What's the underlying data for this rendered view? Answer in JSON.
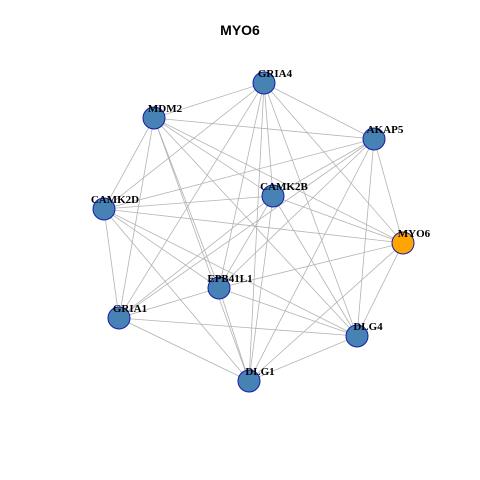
{
  "title": "MYO6",
  "colors": {
    "node_default": "#4682b4",
    "node_focus": "#ffa500",
    "node_border": "#1a1aa8",
    "edge": "#b3b3b3"
  },
  "nodes": [
    {
      "id": "GRIA4",
      "label": "GRIA4",
      "focus": false
    },
    {
      "id": "MDM2",
      "label": "MDM2",
      "focus": false
    },
    {
      "id": "AKAP5",
      "label": "AKAP5",
      "focus": false
    },
    {
      "id": "CAMK2B",
      "label": "CAMK2B",
      "focus": false
    },
    {
      "id": "CAMK2D",
      "label": "CAMK2D",
      "focus": false
    },
    {
      "id": "MYO6",
      "label": "MYO6",
      "focus": true
    },
    {
      "id": "EPB41L1",
      "label": "EPB41L1",
      "focus": false
    },
    {
      "id": "GRIA1",
      "label": "GRIA1",
      "focus": false
    },
    {
      "id": "DLG4",
      "label": "DLG4",
      "focus": false
    },
    {
      "id": "DLG1",
      "label": "DLG1",
      "focus": false
    }
  ],
  "edges": [
    [
      "GRIA4",
      "MDM2"
    ],
    [
      "GRIA4",
      "AKAP5"
    ],
    [
      "GRIA4",
      "CAMK2B"
    ],
    [
      "GRIA4",
      "CAMK2D"
    ],
    [
      "GRIA4",
      "MYO6"
    ],
    [
      "GRIA4",
      "EPB41L1"
    ],
    [
      "GRIA4",
      "GRIA1"
    ],
    [
      "GRIA4",
      "DLG4"
    ],
    [
      "GRIA4",
      "DLG1"
    ],
    [
      "MDM2",
      "AKAP5"
    ],
    [
      "MDM2",
      "CAMK2B"
    ],
    [
      "MDM2",
      "CAMK2D"
    ],
    [
      "MDM2",
      "MYO6"
    ],
    [
      "MDM2",
      "EPB41L1"
    ],
    [
      "MDM2",
      "GRIA1"
    ],
    [
      "MDM2",
      "DLG4"
    ],
    [
      "MDM2",
      "DLG1"
    ],
    [
      "AKAP5",
      "CAMK2B"
    ],
    [
      "AKAP5",
      "CAMK2D"
    ],
    [
      "AKAP5",
      "MYO6"
    ],
    [
      "AKAP5",
      "EPB41L1"
    ],
    [
      "AKAP5",
      "GRIA1"
    ],
    [
      "AKAP5",
      "DLG4"
    ],
    [
      "AKAP5",
      "DLG1"
    ],
    [
      "CAMK2B",
      "CAMK2D"
    ],
    [
      "CAMK2B",
      "MYO6"
    ],
    [
      "CAMK2B",
      "EPB41L1"
    ],
    [
      "CAMK2B",
      "GRIA1"
    ],
    [
      "CAMK2B",
      "DLG4"
    ],
    [
      "CAMK2B",
      "DLG1"
    ],
    [
      "CAMK2D",
      "MYO6"
    ],
    [
      "CAMK2D",
      "EPB41L1"
    ],
    [
      "CAMK2D",
      "GRIA1"
    ],
    [
      "CAMK2D",
      "DLG4"
    ],
    [
      "CAMK2D",
      "DLG1"
    ],
    [
      "MYO6",
      "EPB41L1"
    ],
    [
      "MYO6",
      "DLG4"
    ],
    [
      "MYO6",
      "DLG1"
    ],
    [
      "EPB41L1",
      "GRIA1"
    ],
    [
      "EPB41L1",
      "DLG4"
    ],
    [
      "EPB41L1",
      "DLG1"
    ],
    [
      "GRIA1",
      "DLG4"
    ],
    [
      "GRIA1",
      "DLG1"
    ],
    [
      "DLG4",
      "DLG1"
    ]
  ]
}
